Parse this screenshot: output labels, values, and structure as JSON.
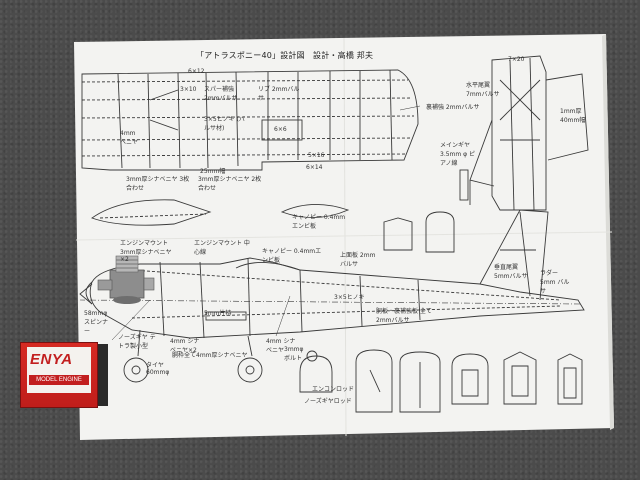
{
  "plan": {
    "title": "「アトラスポニー40」設計図　設計・高橋 邦夫",
    "labels": {
      "l1": "6×12",
      "l2": "3×10",
      "l3": "スパー補強 2mmバルサ",
      "l4": "リブ 2mmバルサ",
      "l5": "3×5ヒノキ (バルサ材)",
      "l6": "6×6",
      "l7": "4mm ベニヤ",
      "l8": "3mm厚シナベニヤ 3枚合わせ",
      "l9": "3mm厚シナベニヤ 2枚合わせ",
      "l10": "25mm幅",
      "l11": "5×16",
      "l12": "6×14",
      "l13": "裏補強 2mmバルサ",
      "l14": "7×20",
      "l15": "水平尾翼 7mmバルサ",
      "l16": "メインギヤ 3.5mm φ ピアノ線",
      "l17": "1mm厚 40mm幅",
      "l18": "キャノピー 0.4mmエンビ板",
      "l19": "エンジンマウント 3mm厚シナベニヤ×2",
      "l20": "エンジンマウント 中心線",
      "l21": "キャノピー 0.4mmエンビ板",
      "l22": "上面板 2mmバルサ",
      "l23": "垂直尾翼 5mmバルサ",
      "l24": "ラダー 5mm バルサ",
      "l25": "胴板・裏補強板 全て2mmバルサ",
      "l26": "3×5ヒノキ",
      "l27": "5mm片持",
      "l28": "58mmφ スピンナー",
      "l29": "ノーズギヤ テトラ製小型",
      "l30": "4mm シナベニヤ×2",
      "l31": "胴枠全て4mm厚シナベニヤ",
      "l32": "4mm シナベニヤ",
      "l33": "3mmφ ボルト",
      "l34": "タイヤ 60mmφ",
      "l35": "エンコンロッド",
      "l36": "ノーズギヤロッド"
    }
  },
  "box": {
    "brand": "ENYA",
    "subtitle": "MODEL ENGINE"
  },
  "colors": {
    "carpet": "#4b4b4b",
    "paper": "#f2f2f0",
    "ink": "#333333",
    "box_red": "#c81f1c"
  }
}
